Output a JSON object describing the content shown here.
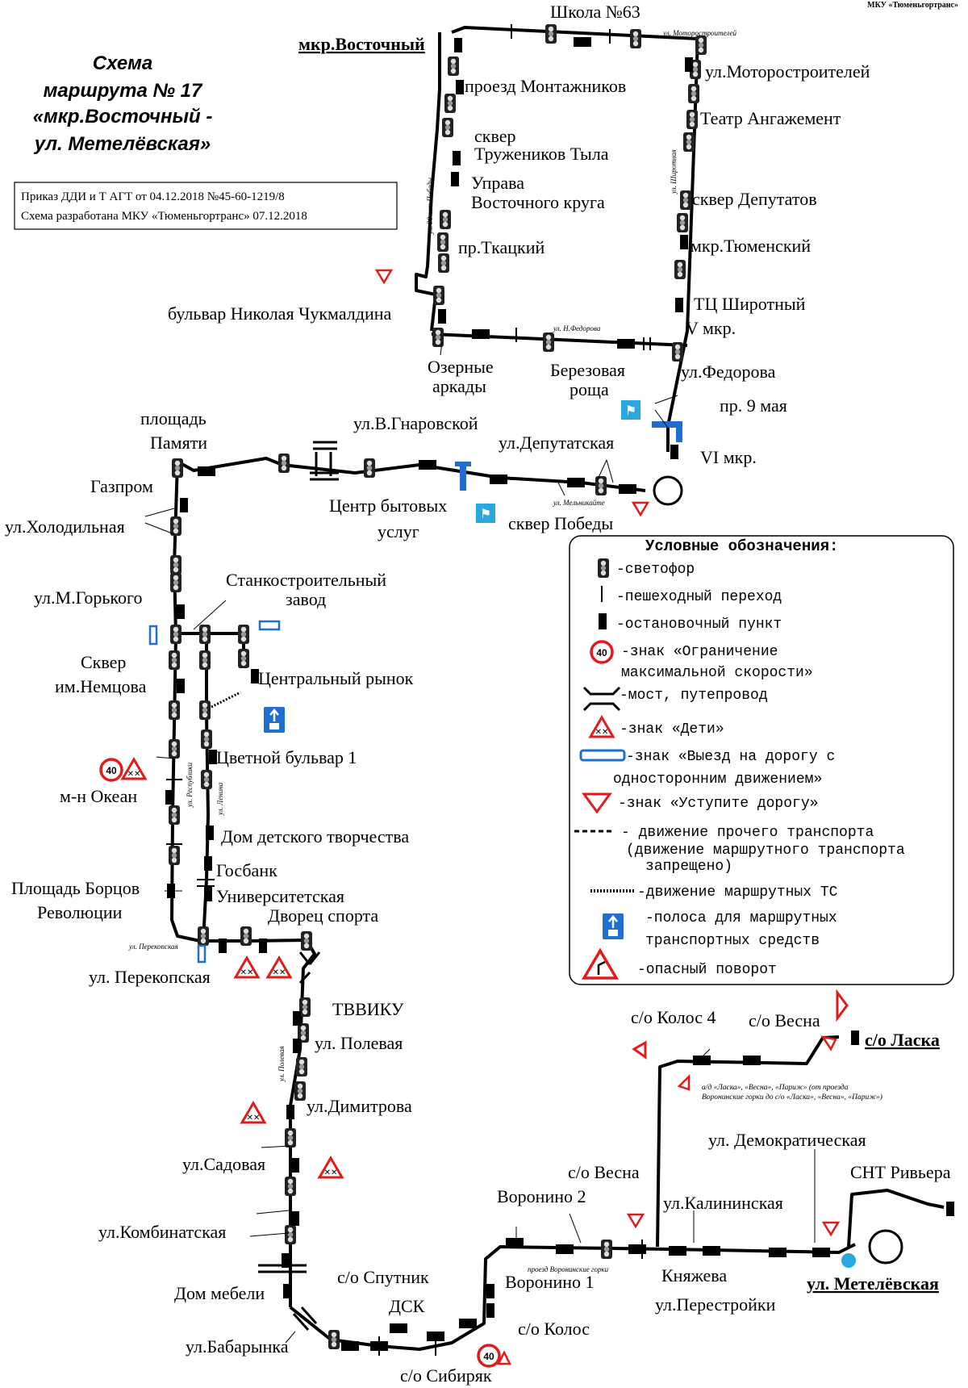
{
  "header": {
    "organization": "МКУ «Тюменьгортранс»",
    "title_line1": "Схема",
    "title_line2": "маршрута № 17",
    "title_line3": "«мкр.Восточный -",
    "title_line4": "ул. Метелёвская»",
    "order_line1": "Приказ ДДИ и Т АГТ от 04.12.2018 №45-60-1219/8",
    "order_line2": "Схема разработана МКУ «Тюменьгортранс» 07.12.2018"
  },
  "terminals": {
    "start": "мкр.Восточный",
    "end": "ул. Метелёвская",
    "laska": "с/о Ласка"
  },
  "stops": {
    "shkola63": "Школа №63",
    "proezd_montazhnikov": "проезд Монтажников",
    "skver_truzh_1": "сквер",
    "skver_truzh_2": "Тружеников Тыла",
    "uprava_1": "Управа",
    "uprava_2": "Восточного круга",
    "tkatsky": "пр.Ткацкий",
    "chukmaldina": "бульвар Николая Чукмалдина",
    "ozernye_1": "Озерные",
    "ozernye_2": "аркады",
    "berezovaya_1": "Березовая",
    "berezovaya_2": "роща",
    "motorostroiteley": "ул.Моторостроителей",
    "angazhement": "Театр Ангажемент",
    "skver_deputatov": "сквер Депутатов",
    "tyumensky": "мкр.Тюменский",
    "shirotny": "ТЦ Широтный",
    "v_mkr": "V мкр.",
    "fedorova": "ул.Федорова",
    "pr9maya": "пр. 9 мая",
    "vi_mkr": "VI мкр.",
    "deputatskaya": "ул.Депутатская",
    "skver_pobedy": "сквер Победы",
    "gnarovskoy": "ул.В.Гнаровской",
    "cbu_1": "Центр бытовых",
    "cbu_2": "услуг",
    "pl_pamyati_1": "площадь",
    "pl_pamyati_2": "Памяти",
    "gazprom": "Газпром",
    "kholodilnaya": "ул.Холодильная",
    "m_gorkogo": "ул.М.Горького",
    "stanko_1": "Станкостроительный",
    "stanko_2": "завод",
    "tsentr_rynok": "Центральный рынок",
    "skver_nemtsova_1": "Сквер",
    "skver_nemtsova_2": "им.Немцова",
    "tsvetnoy": "Цветной бульвар 1",
    "okean": "м-н Океан",
    "ddt": "Дом детского творчества",
    "gosbank": "Госбанк",
    "universitetskaya": "Университетская",
    "borcov_1": "Площадь Борцов",
    "borcov_2": "Революции",
    "dvorets": "Дворец спорта",
    "perekopskaya": "ул. Перекопская",
    "tvviku": "ТВВИКУ",
    "polevaya": "ул. Полевая",
    "dimitrova": "ул.Димитрова",
    "sadovaya": "ул.Садовая",
    "kombinatskaya": "ул.Комбинатская",
    "dom_mebeli": "Дом мебели",
    "sputnik": "с/о Спутник",
    "dsk": "ДСК",
    "babarynka": "ул.Бабарынка",
    "sibiryak": "с/о Сибиряк",
    "kolos": "с/о Колос",
    "voronino1": "Воронино 1",
    "voronino2": "Воронино 2",
    "vesna_low": "с/о Весна",
    "kalininskaya": "ул.Калининская",
    "knyazheva": "Княжева",
    "perestroyki": "ул.Перестройки",
    "demokraticheskaya": "ул. Демократическая",
    "snt_riviera": "СНТ Ривьера",
    "kolos4": "с/о Колос 4",
    "vesna_top": "с/о Весна"
  },
  "streets": {
    "motorostroiteley": "ул. Моторостроителей",
    "30_let_pobedy": "ул. 30 лет Победы",
    "shirotnaya": "ул. Широтная",
    "n_fedorova": "ул. Н.Федорова",
    "melnikayte": "ул. Мельникайте",
    "respubliki": "ул. Республики",
    "lenina": "ул. Ленина",
    "perekopskaya": "ул. Перекопская",
    "polevaya": "ул. Полевая",
    "voroninskie": "проезд Воронинские горки"
  },
  "note": {
    "line1": "а/д «Ласка», «Весна», «Париж» (от проезда",
    "line2": "Воронинские горки до с/о «Ласка», «Весна», «Париж»)"
  },
  "legend": {
    "heading": "Условные обозначения:",
    "traffic_light": "-светофор",
    "crossing": "-пешеходный переход",
    "stop": "-остановочный пункт",
    "speed_1": "-знак «Ограничение",
    "speed_2": "максимальной скорости»",
    "speed_value": "40",
    "bridge": "-мост, путепровод",
    "children": "-знак «Дети»",
    "oneway_1": "-знак «Выезд на дорогу с",
    "oneway_2": "односторонним движением»",
    "yield": "-знак «Уступите дорогу»",
    "other_1": "- движение прочего транспорта",
    "other_2": "(движение маршрутного транспорта",
    "other_3": "запрещено)",
    "route_tc": "-движение маршрутных ТС",
    "lane_1": "-полоса для маршрутных",
    "lane_2": "транспортных средств",
    "turn": "-опасный поворот"
  },
  "colors": {
    "route": "#000000",
    "sign_blue": "#1e6fd0",
    "ped_blue": "#29a8e0",
    "sign_red": "#e01b1b"
  }
}
